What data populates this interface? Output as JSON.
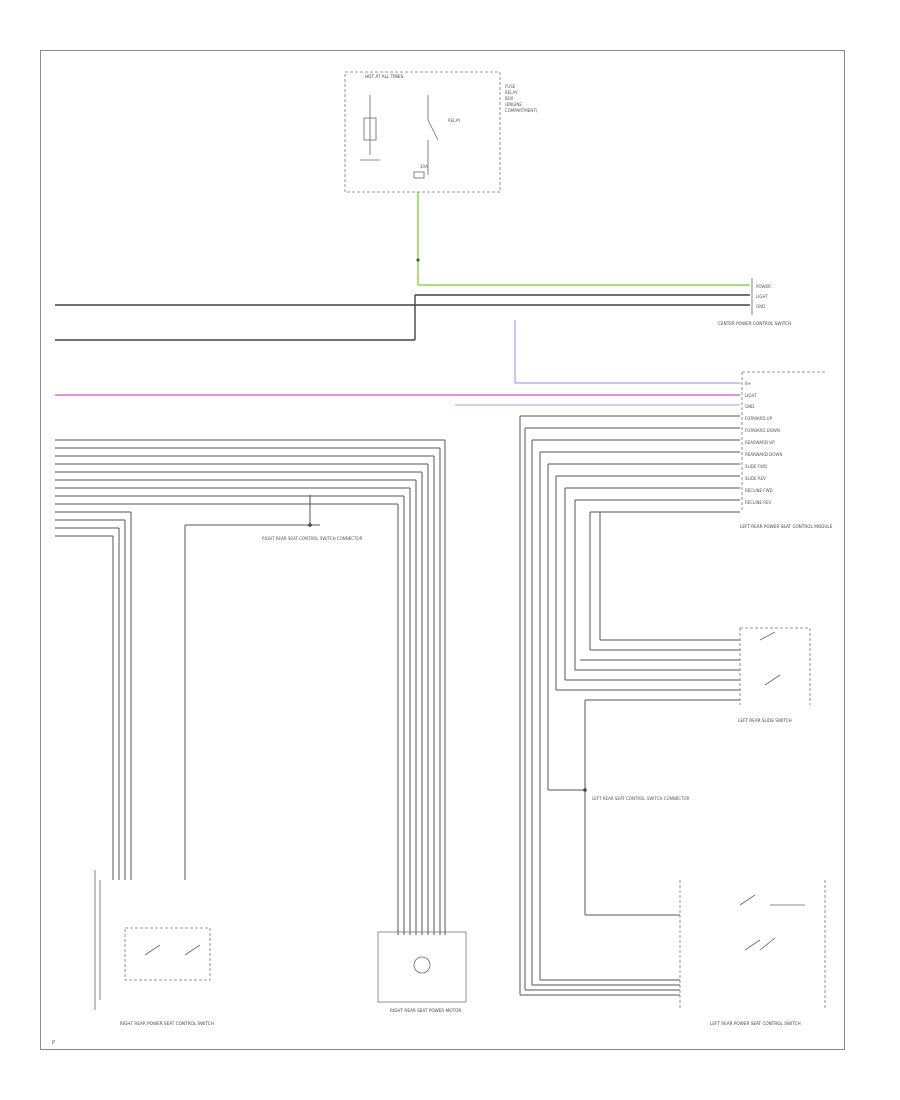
{
  "components": {
    "fuse_box": {
      "title": "HOT AT ALL TIMES",
      "notes": [
        "FUSE",
        "RELAY",
        "BOX",
        "(ENGINE",
        "COMPARTMENT)"
      ],
      "relay_label": "RELAY",
      "fuse_label": "10A"
    },
    "center_switch": {
      "title": "CENTER POWER CONTROL SWITCH",
      "pins": [
        "POWER",
        "LIGHT",
        "GND"
      ]
    },
    "left_module": {
      "title": "LEFT REAR POWER SEAT CONTROL MODULE",
      "pins": [
        "B+",
        "LIGHT",
        "GND",
        "FORWARD UP",
        "FORWARD DOWN",
        "REARWARD UP",
        "REARWARD DOWN",
        "SLIDE FWD",
        "SLIDE REV",
        "RECLINE FWD",
        "RECLINE REV"
      ]
    },
    "left_slide_switch": {
      "title": "LEFT REAR SLIDE SWITCH"
    },
    "left_control_switch": {
      "title": "LEFT REAR POWER SEAT CONTROL SWITCH"
    },
    "right_control_switch": {
      "title": "RIGHT REAR POWER SEAT CONTROL SWITCH"
    },
    "right_motor": {
      "title": "RIGHT REAR SEAT POWER MOTOR"
    },
    "splice_right": {
      "title": "RIGHT REAR SEAT CONTROL SWITCH CONNECTOR"
    },
    "splice_left": {
      "title": "LEFT REAR SEAT CONTROL SWITCH CONNECTOR"
    }
  },
  "footer": {
    "code": "P"
  }
}
